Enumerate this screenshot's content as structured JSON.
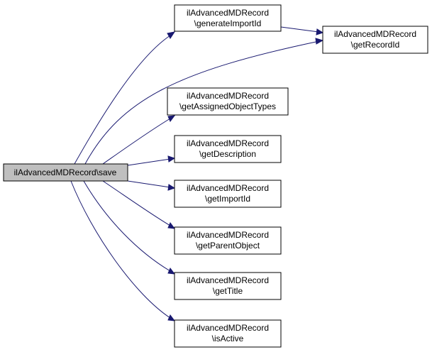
{
  "colors": {
    "edge": "#191970",
    "node_border": "#000000",
    "node_fill": "#ffffff",
    "root_fill": "#bfbfbf"
  },
  "nodes": {
    "root": {
      "lines": [
        "ilAdvancedMDRecord\\save"
      ]
    },
    "generate_import_id": {
      "lines": [
        "ilAdvancedMDRecord",
        "\\generateImportId"
      ]
    },
    "get_record_id": {
      "lines": [
        "ilAdvancedMDRecord",
        "\\getRecordId"
      ]
    },
    "get_assigned_object_types": {
      "lines": [
        "ilAdvancedMDRecord",
        "\\getAssignedObjectTypes"
      ]
    },
    "get_description": {
      "lines": [
        "ilAdvancedMDRecord",
        "\\getDescription"
      ]
    },
    "get_import_id": {
      "lines": [
        "ilAdvancedMDRecord",
        "\\getImportId"
      ]
    },
    "get_parent_object": {
      "lines": [
        "ilAdvancedMDRecord",
        "\\getParentObject"
      ]
    },
    "get_title": {
      "lines": [
        "ilAdvancedMDRecord",
        "\\getTitle"
      ]
    },
    "is_active": {
      "lines": [
        "ilAdvancedMDRecord",
        "\\isActive"
      ]
    }
  }
}
